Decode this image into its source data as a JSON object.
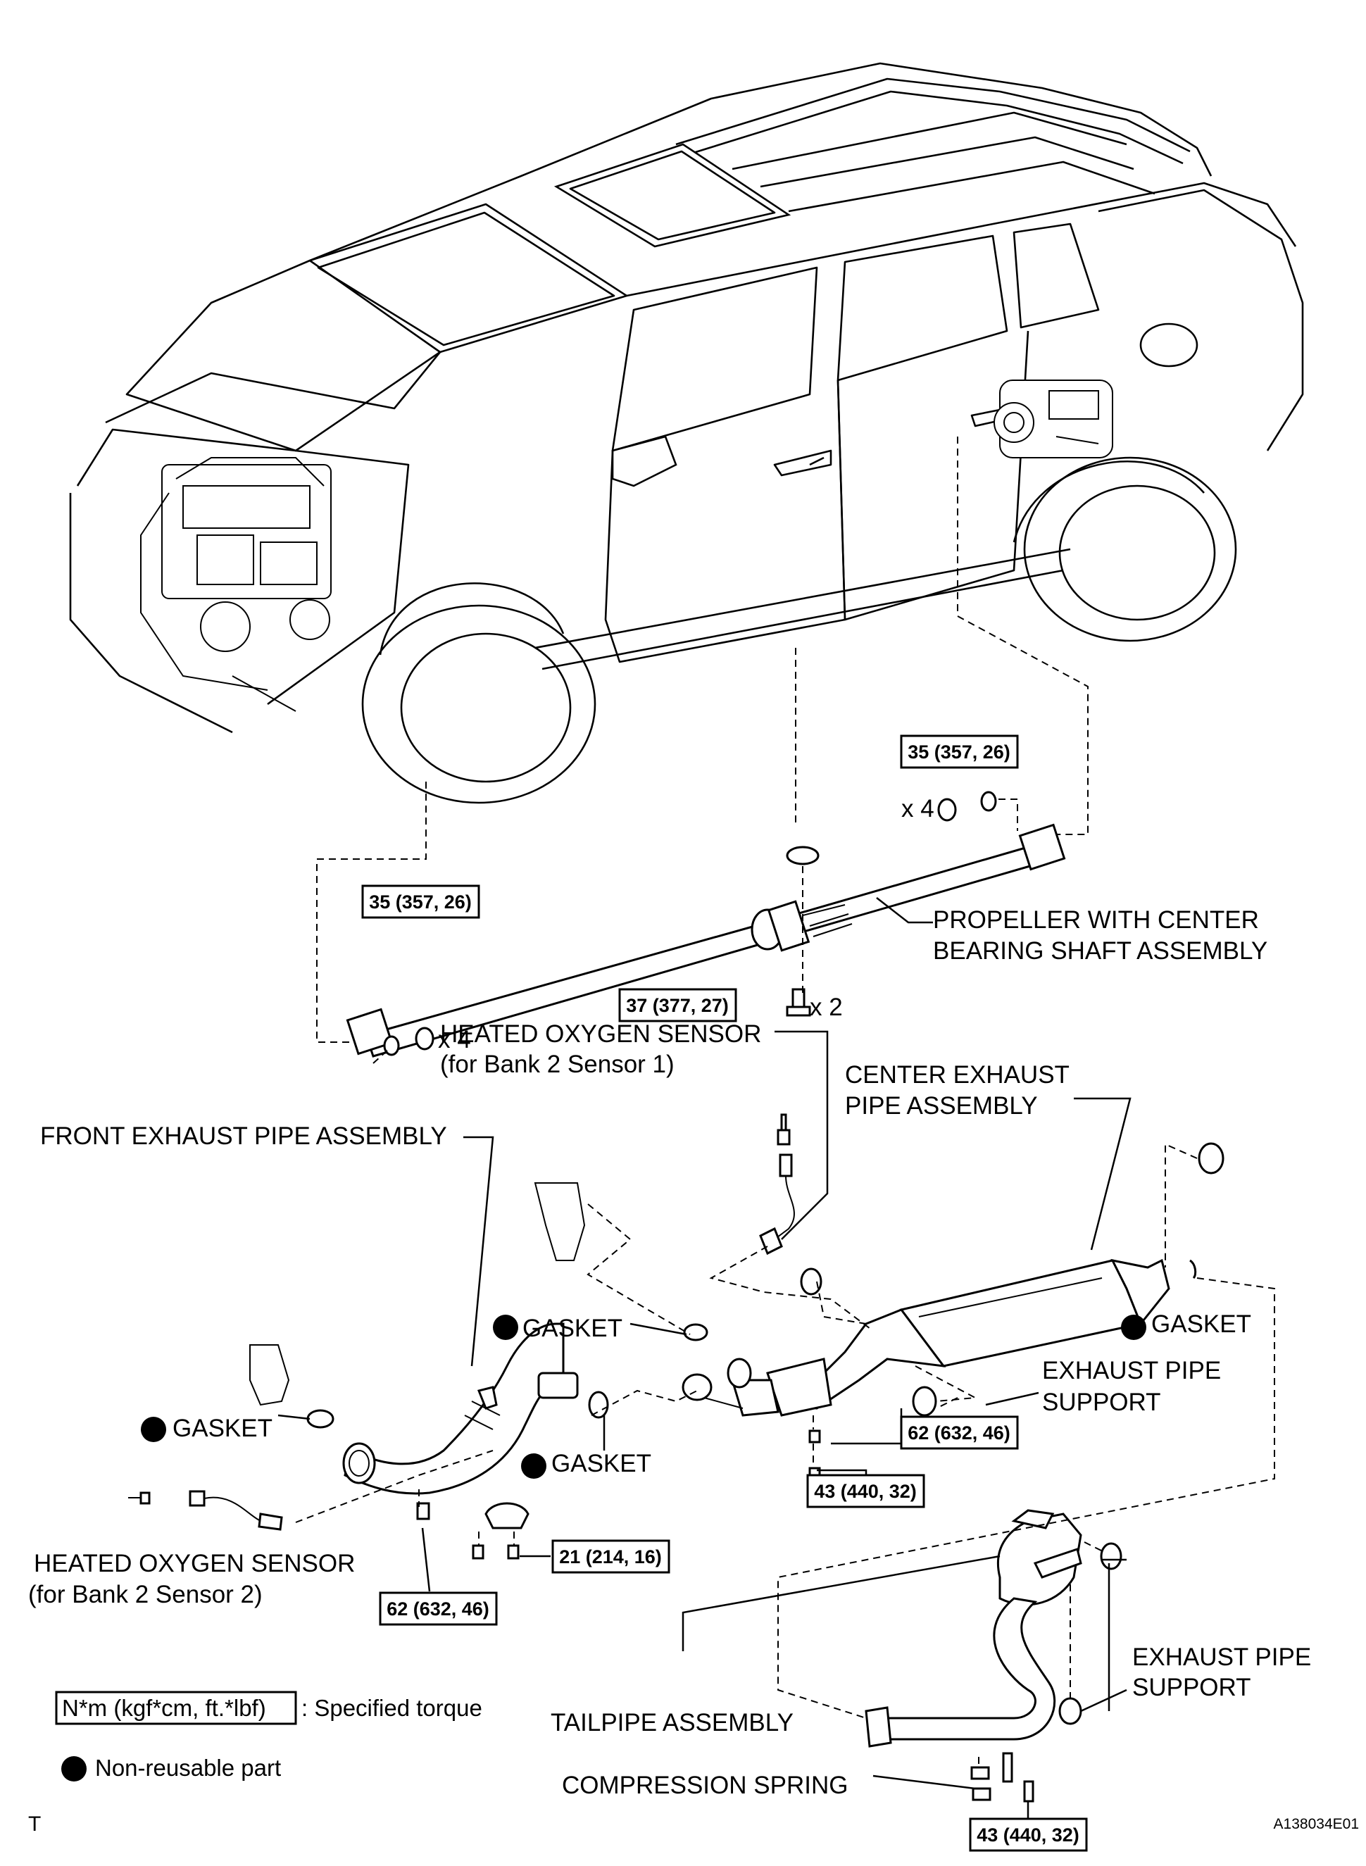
{
  "labels": {
    "propeller": [
      "PROPELLER WITH CENTER",
      "BEARING SHAFT ASSEMBLY"
    ],
    "ho2_bank2_s1": [
      "HEATED OXYGEN SENSOR",
      "(for Bank 2 Sensor 1)"
    ],
    "center_exhaust": [
      "CENTER EXHAUST",
      "PIPE ASSEMBLY"
    ],
    "front_exhaust": "FRONT EXHAUST PIPE ASSEMBLY",
    "gasket": "GASKET",
    "exhaust_pipe_support": [
      "EXHAUST PIPE",
      "SUPPORT"
    ],
    "ho2_bank2_s2": [
      "HEATED OXYGEN SENSOR",
      "(for Bank 2 Sensor 2)"
    ],
    "tailpipe": "TAILPIPE ASSEMBLY",
    "compression_spring": "COMPRESSION SPRING",
    "qty_x4": "x 4",
    "qty_x2": "x 2"
  },
  "torques": {
    "t35": "35 (357, 26)",
    "t37": "37 (377, 27)",
    "t62": "62 (632, 46)",
    "t43": "43 (440, 32)",
    "t21": "21 (214, 16)"
  },
  "legend": {
    "torque_key": "N*m (kgf*cm, ft.*lbf)",
    "torque_desc": ": Specified torque",
    "nonreusable": "Non-reusable part"
  },
  "corner": {
    "left_mark": "T",
    "figure_id": "A138034E01"
  }
}
